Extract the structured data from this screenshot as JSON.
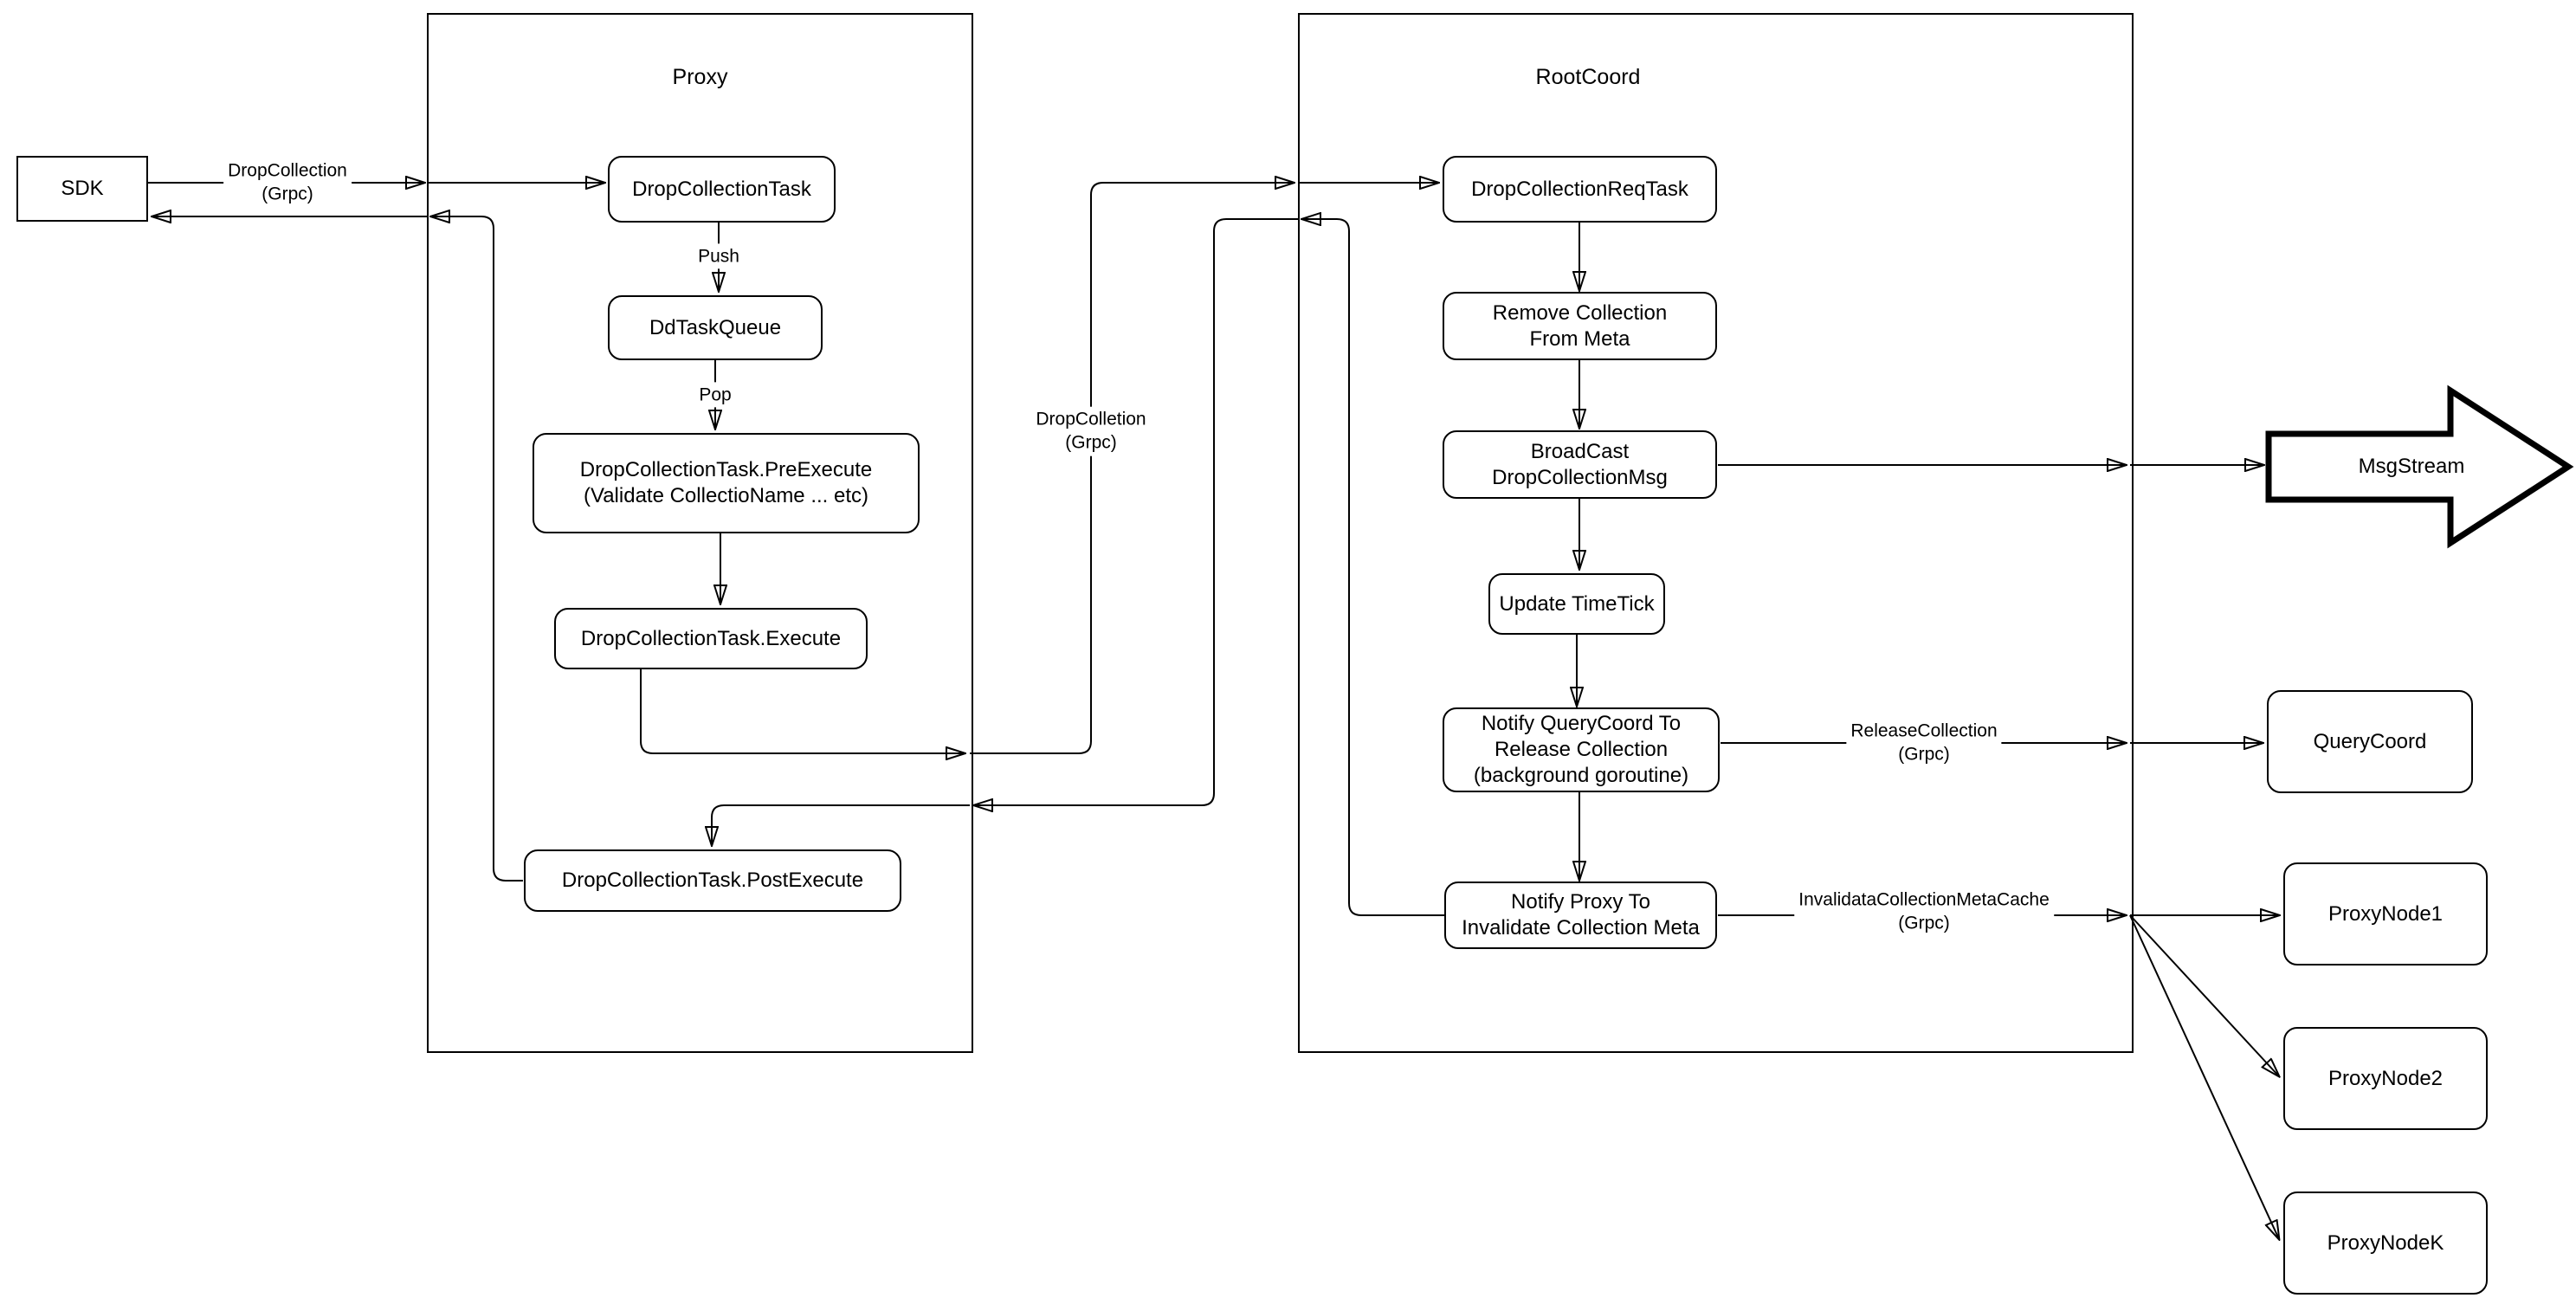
{
  "diagram": {
    "colors": {
      "stroke": "#000000",
      "background": "#ffffff"
    },
    "containers": {
      "proxy": {
        "title": "Proxy"
      },
      "rootcoord": {
        "title": "RootCoord"
      }
    },
    "nodes": {
      "sdk": {
        "lines": [
          "SDK"
        ]
      },
      "dropCollectionTask": {
        "lines": [
          "DropCollectionTask"
        ]
      },
      "ddTaskQueue": {
        "lines": [
          "DdTaskQueue"
        ]
      },
      "preExecute": {
        "lines": [
          "DropCollectionTask.PreExecute",
          "(Validate CollectioName ... etc)"
        ]
      },
      "execute": {
        "lines": [
          "DropCollectionTask.Execute"
        ]
      },
      "postExecute": {
        "lines": [
          "DropCollectionTask.PostExecute"
        ]
      },
      "dropCollectionReqTask": {
        "lines": [
          "DropCollectionReqTask"
        ]
      },
      "removeCollection": {
        "lines": [
          "Remove Collection",
          "From Meta"
        ]
      },
      "broadcast": {
        "lines": [
          "BroadCast",
          "DropCollectionMsg"
        ]
      },
      "updateTimeTick": {
        "lines": [
          "Update TimeTick"
        ]
      },
      "notifyQueryCoord": {
        "lines": [
          "Notify QueryCoord To",
          "Release Collection",
          "(background goroutine)"
        ]
      },
      "notifyProxy": {
        "lines": [
          "Notify Proxy To",
          "Invalidate Collection Meta"
        ]
      },
      "msgStream": {
        "lines": [
          "MsgStream"
        ]
      },
      "queryCoord": {
        "lines": [
          "QueryCoord"
        ]
      },
      "proxyNode1": {
        "lines": [
          "ProxyNode1"
        ]
      },
      "proxyNode2": {
        "lines": [
          "ProxyNode2"
        ]
      },
      "proxyNodeK": {
        "lines": [
          "ProxyNodeK"
        ]
      }
    },
    "edge_labels": {
      "dropCollectionGrpc": {
        "lines": [
          "DropCollection",
          "(Grpc)"
        ]
      },
      "push": {
        "lines": [
          "Push"
        ]
      },
      "pop": {
        "lines": [
          "Pop"
        ]
      },
      "dropColletionGrpc": {
        "lines": [
          "DropColletion",
          "(Grpc)"
        ]
      },
      "releaseCollectionGrpc": {
        "lines": [
          "ReleaseCollection",
          "(Grpc)"
        ]
      },
      "invalidataGrpc": {
        "lines": [
          "InvalidataCollectionMetaCache",
          "(Grpc)"
        ]
      }
    }
  }
}
